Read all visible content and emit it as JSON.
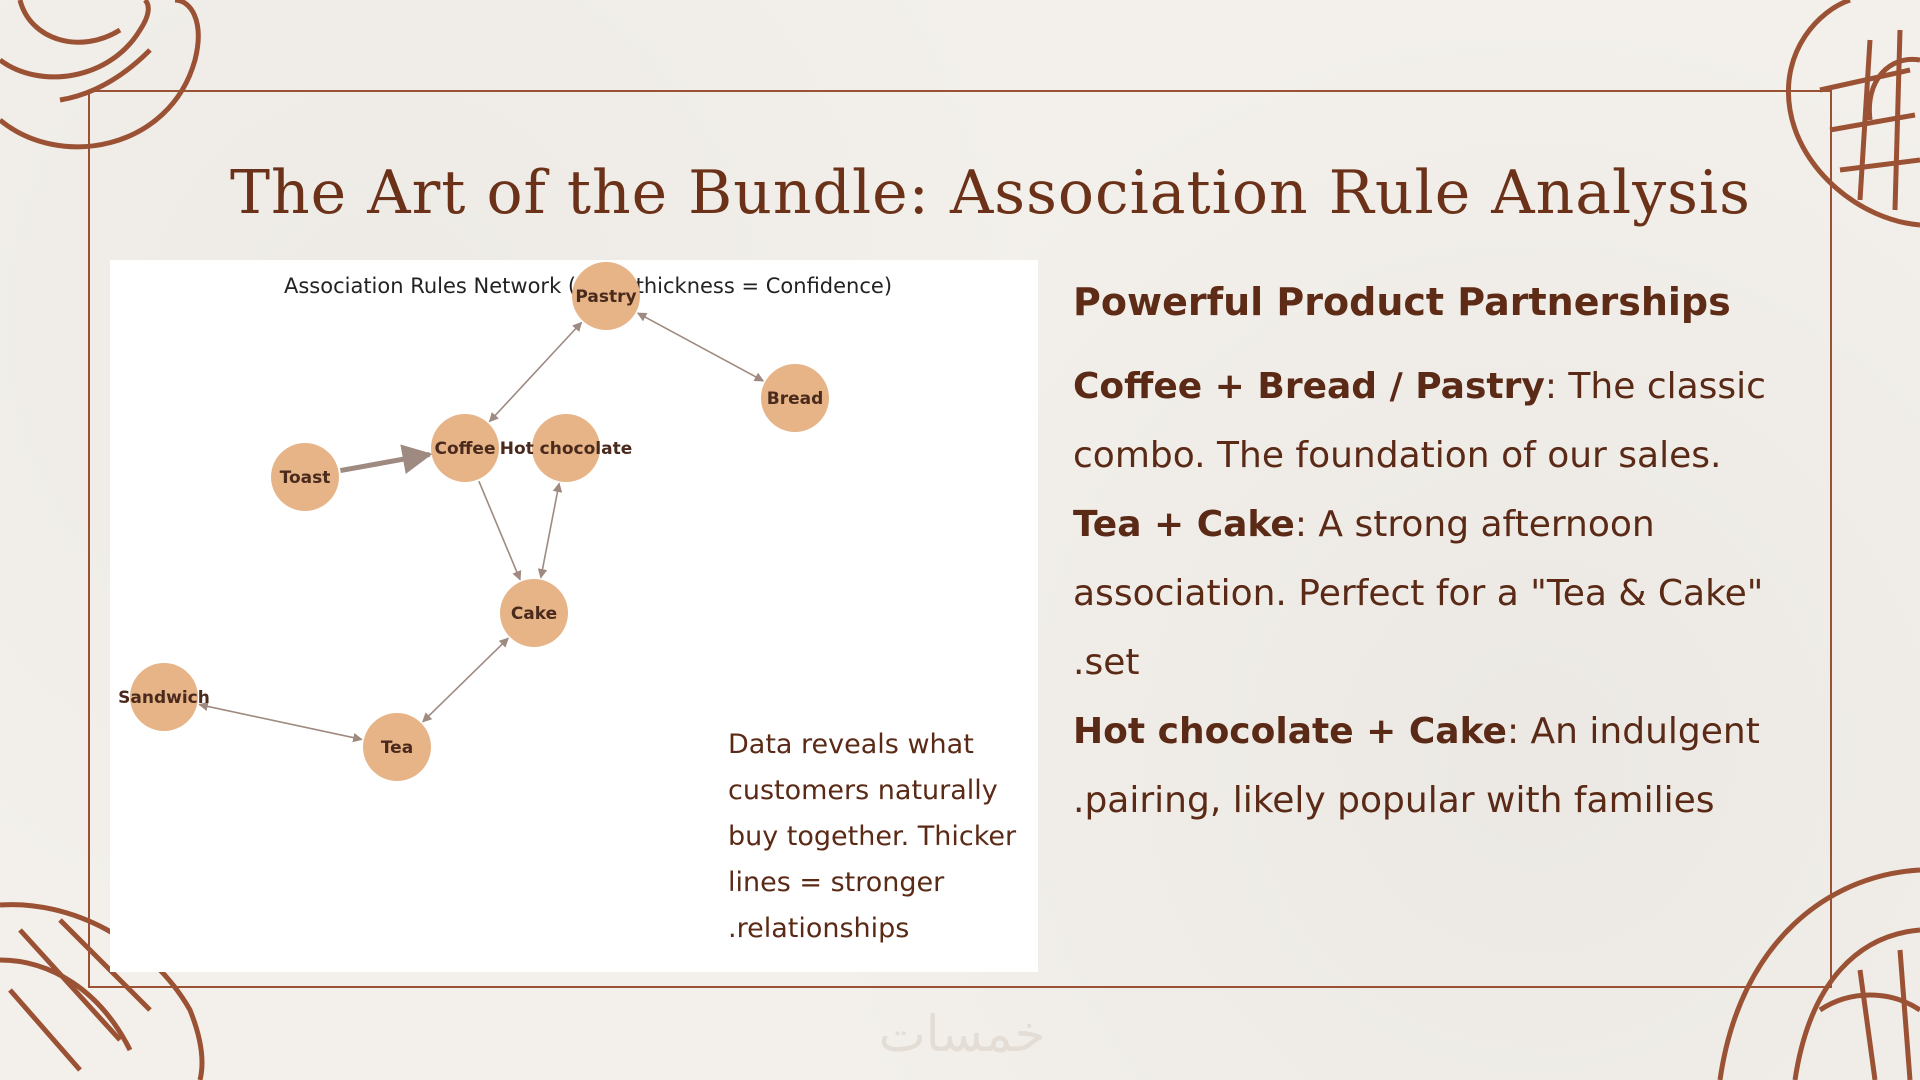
{
  "slide": {
    "title": "The Art of the Bundle: Association Rule Analysis",
    "watermark": "خمسات"
  },
  "figure": {
    "title": "Association Rules Network (Edge thickness = Confidence)",
    "caption": "Data reveals what customers naturally buy together. Thicker lines = stronger .relationships"
  },
  "diagram": {
    "node_fill": "#e6b487",
    "edge_color": "#9e8a80",
    "nodes": [
      {
        "id": "pastry",
        "label": "Pastry"
      },
      {
        "id": "bread",
        "label": "Bread"
      },
      {
        "id": "coffee",
        "label": "Coffee"
      },
      {
        "id": "hotchoc",
        "label": "Hot chocolate"
      },
      {
        "id": "toast",
        "label": "Toast"
      },
      {
        "id": "cake",
        "label": "Cake"
      },
      {
        "id": "sandwich",
        "label": "Sandwich"
      },
      {
        "id": "tea",
        "label": "Tea"
      }
    ],
    "edges": [
      {
        "from": "coffee",
        "to": "pastry",
        "bidirectional": true
      },
      {
        "from": "pastry",
        "to": "bread",
        "bidirectional": true
      },
      {
        "from": "toast",
        "to": "coffee",
        "bidirectional": false,
        "strong": true
      },
      {
        "from": "coffee",
        "to": "cake",
        "bidirectional": false
      },
      {
        "from": "hotchoc",
        "to": "cake",
        "bidirectional": true
      },
      {
        "from": "cake",
        "to": "tea",
        "bidirectional": true
      },
      {
        "from": "sandwich",
        "to": "tea",
        "bidirectional": true
      }
    ]
  },
  "insights": {
    "heading": "Powerful Product Partnerships",
    "points": [
      {
        "pair": "Coffee + Bread / Pastry",
        "text": ": The classic combo. The foundation of our sales."
      },
      {
        "pair": "Tea + Cake",
        "text": ": A strong afternoon association. Perfect for a \"Tea & Cake\" .set"
      },
      {
        "pair": "Hot chocolate + Cake",
        "text": ": An indulgent .pairing, likely popular with families"
      }
    ]
  },
  "colors": {
    "accent": "#9b5234",
    "text": "#5a2a16",
    "background": "#f3f0eb"
  }
}
